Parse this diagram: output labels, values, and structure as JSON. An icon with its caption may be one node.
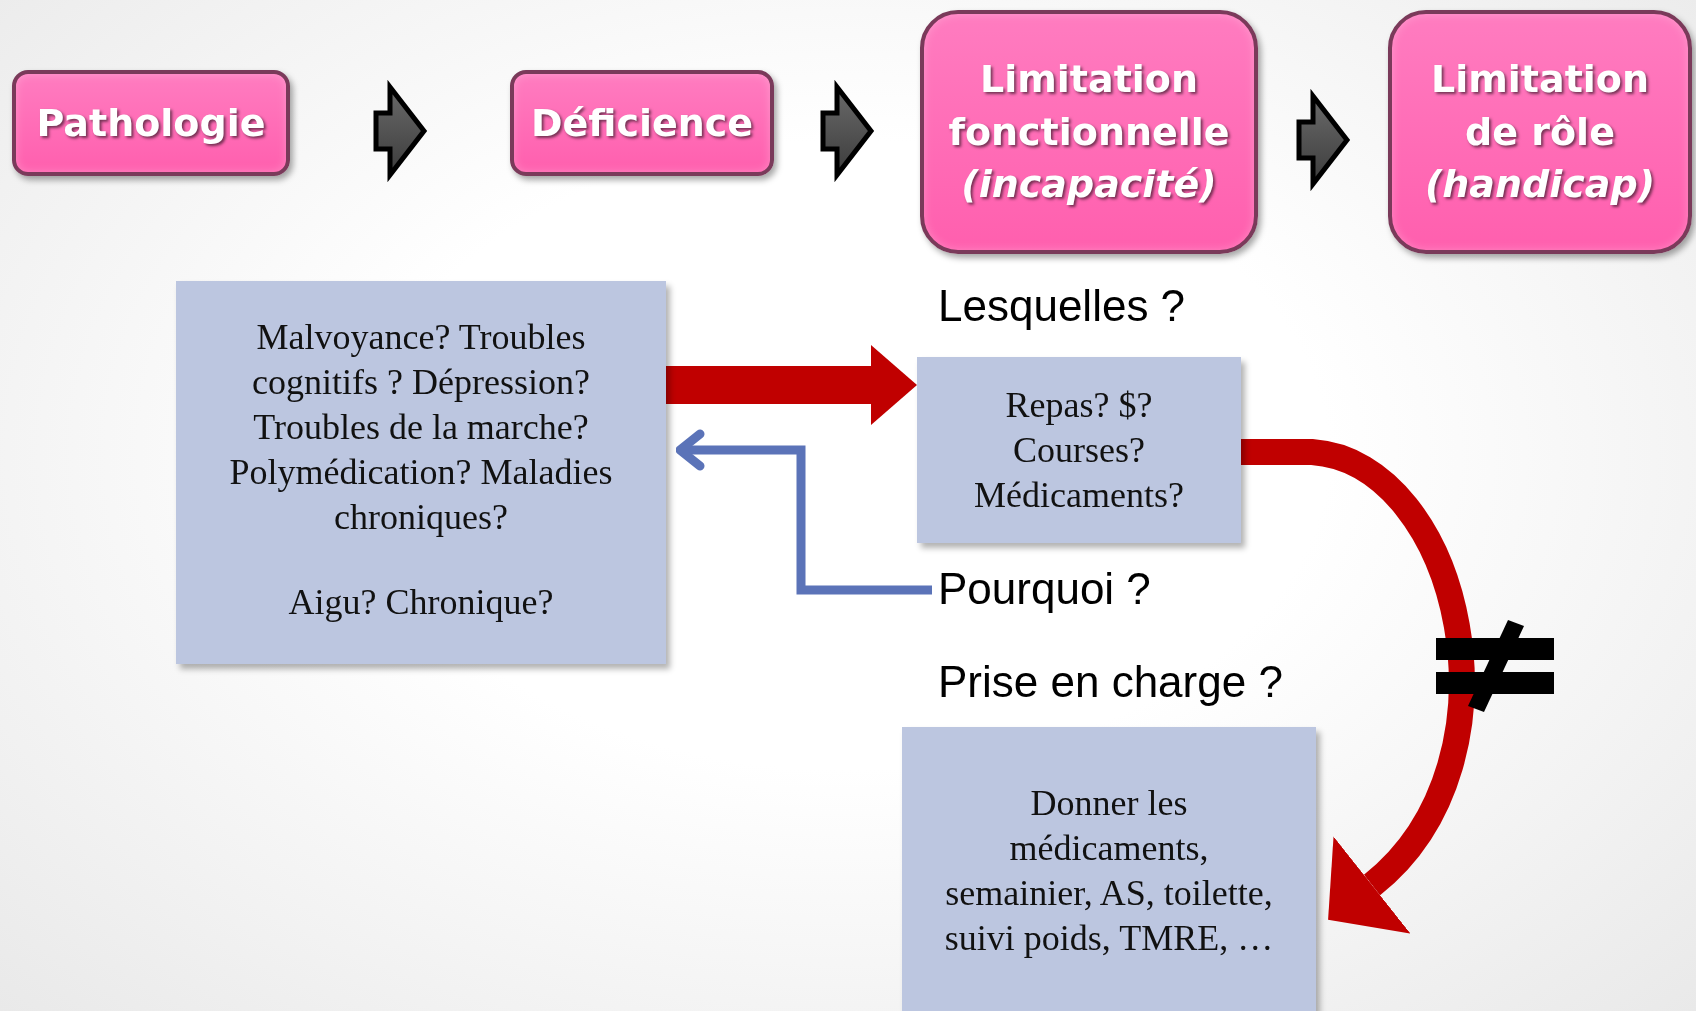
{
  "diagram": {
    "nodes": [
      {
        "text": [
          "Pathologie"
        ]
      },
      {
        "text": [
          "Déficience"
        ]
      },
      {
        "text": [
          "Limitation fonctionnelle",
          "(incapacité)"
        ]
      },
      {
        "text": [
          "Limitation de rôle",
          "(handicap)"
        ]
      },
      {
        "text": [
          "Malvoyance? Troubles cognitifs ? Dépression? Troubles de la marche? Polymédication? Maladies chroniques?",
          "Aigu? Chronique?"
        ]
      },
      {
        "text": [
          "Repas? $? Courses? Médicaments?"
        ]
      },
      {
        "text": [
          "Pourquoi ?"
        ]
      },
      {
        "text": [
          "Donner les médicaments, semainier, AS, toilette, suivi poids, TMRE, …"
        ]
      }
    ],
    "edges": [
      {
        "from": 0,
        "to": 1,
        "arrow": "to"
      },
      {
        "from": 1,
        "to": 2,
        "arrow": "to"
      },
      {
        "from": 2,
        "to": 3,
        "arrow": "to"
      },
      {
        "from": 4,
        "to": 5,
        "arrow": "to",
        "color": "#c00000"
      },
      {
        "from": 6,
        "to": 4,
        "arrow": "to",
        "color": "#5b73b8"
      },
      {
        "from": 5,
        "to": 7,
        "arrow": "to",
        "color": "#c00000"
      }
    ],
    "labels": [
      "Lesquelles ?",
      "Prise en charge ?"
    ]
  }
}
